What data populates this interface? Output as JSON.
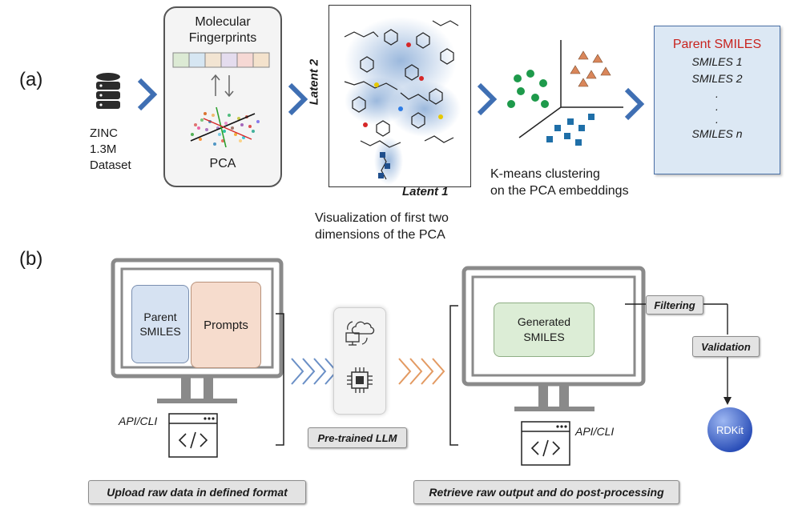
{
  "panel_a": {
    "label": "(a)",
    "dataset": {
      "line1": "ZINC",
      "line2": "1.3M",
      "line3": "Dataset"
    },
    "fingerprints": {
      "line1": "Molecular",
      "line2": "Fingerprints",
      "pca": "PCA"
    },
    "latent": {
      "y": "Latent 2",
      "x": "Latent 1"
    },
    "viz_caption": {
      "line1": "Visualization of first two",
      "line2": "dimensions of the PCA"
    },
    "kmeans": {
      "line1": "K-means clustering",
      "line2": "on the PCA embeddings"
    },
    "smiles_list": {
      "title": "Parent SMILES",
      "items": [
        "SMILES 1",
        "SMILES 2",
        ".",
        ".",
        ".",
        "SMILES n"
      ]
    }
  },
  "panel_b": {
    "label": "(b)",
    "left_monitor": {
      "box1": {
        "line1": "Parent",
        "line2": "SMILES"
      },
      "box2": "Prompts",
      "api": "API/CLI"
    },
    "llm": "Pre-trained LLM",
    "right_monitor": {
      "box": {
        "line1": "Generated",
        "line2": "SMILES"
      },
      "api": "API/CLI"
    },
    "filtering": "Filtering",
    "validation": "Validation",
    "rdkit": "RDKit",
    "upload": "Upload raw data in defined format",
    "retrieve": "Retrieve raw output and do post-processing"
  },
  "colors": {
    "chevron": "#3f6fb3",
    "title_red": "#c8231e",
    "list_bg": "#dce8f4",
    "parent_box": "#d6e2f2",
    "prompts_box": "#f6dccd",
    "generated_box": "#dcedd6",
    "rdkit": "#3a63c9"
  }
}
